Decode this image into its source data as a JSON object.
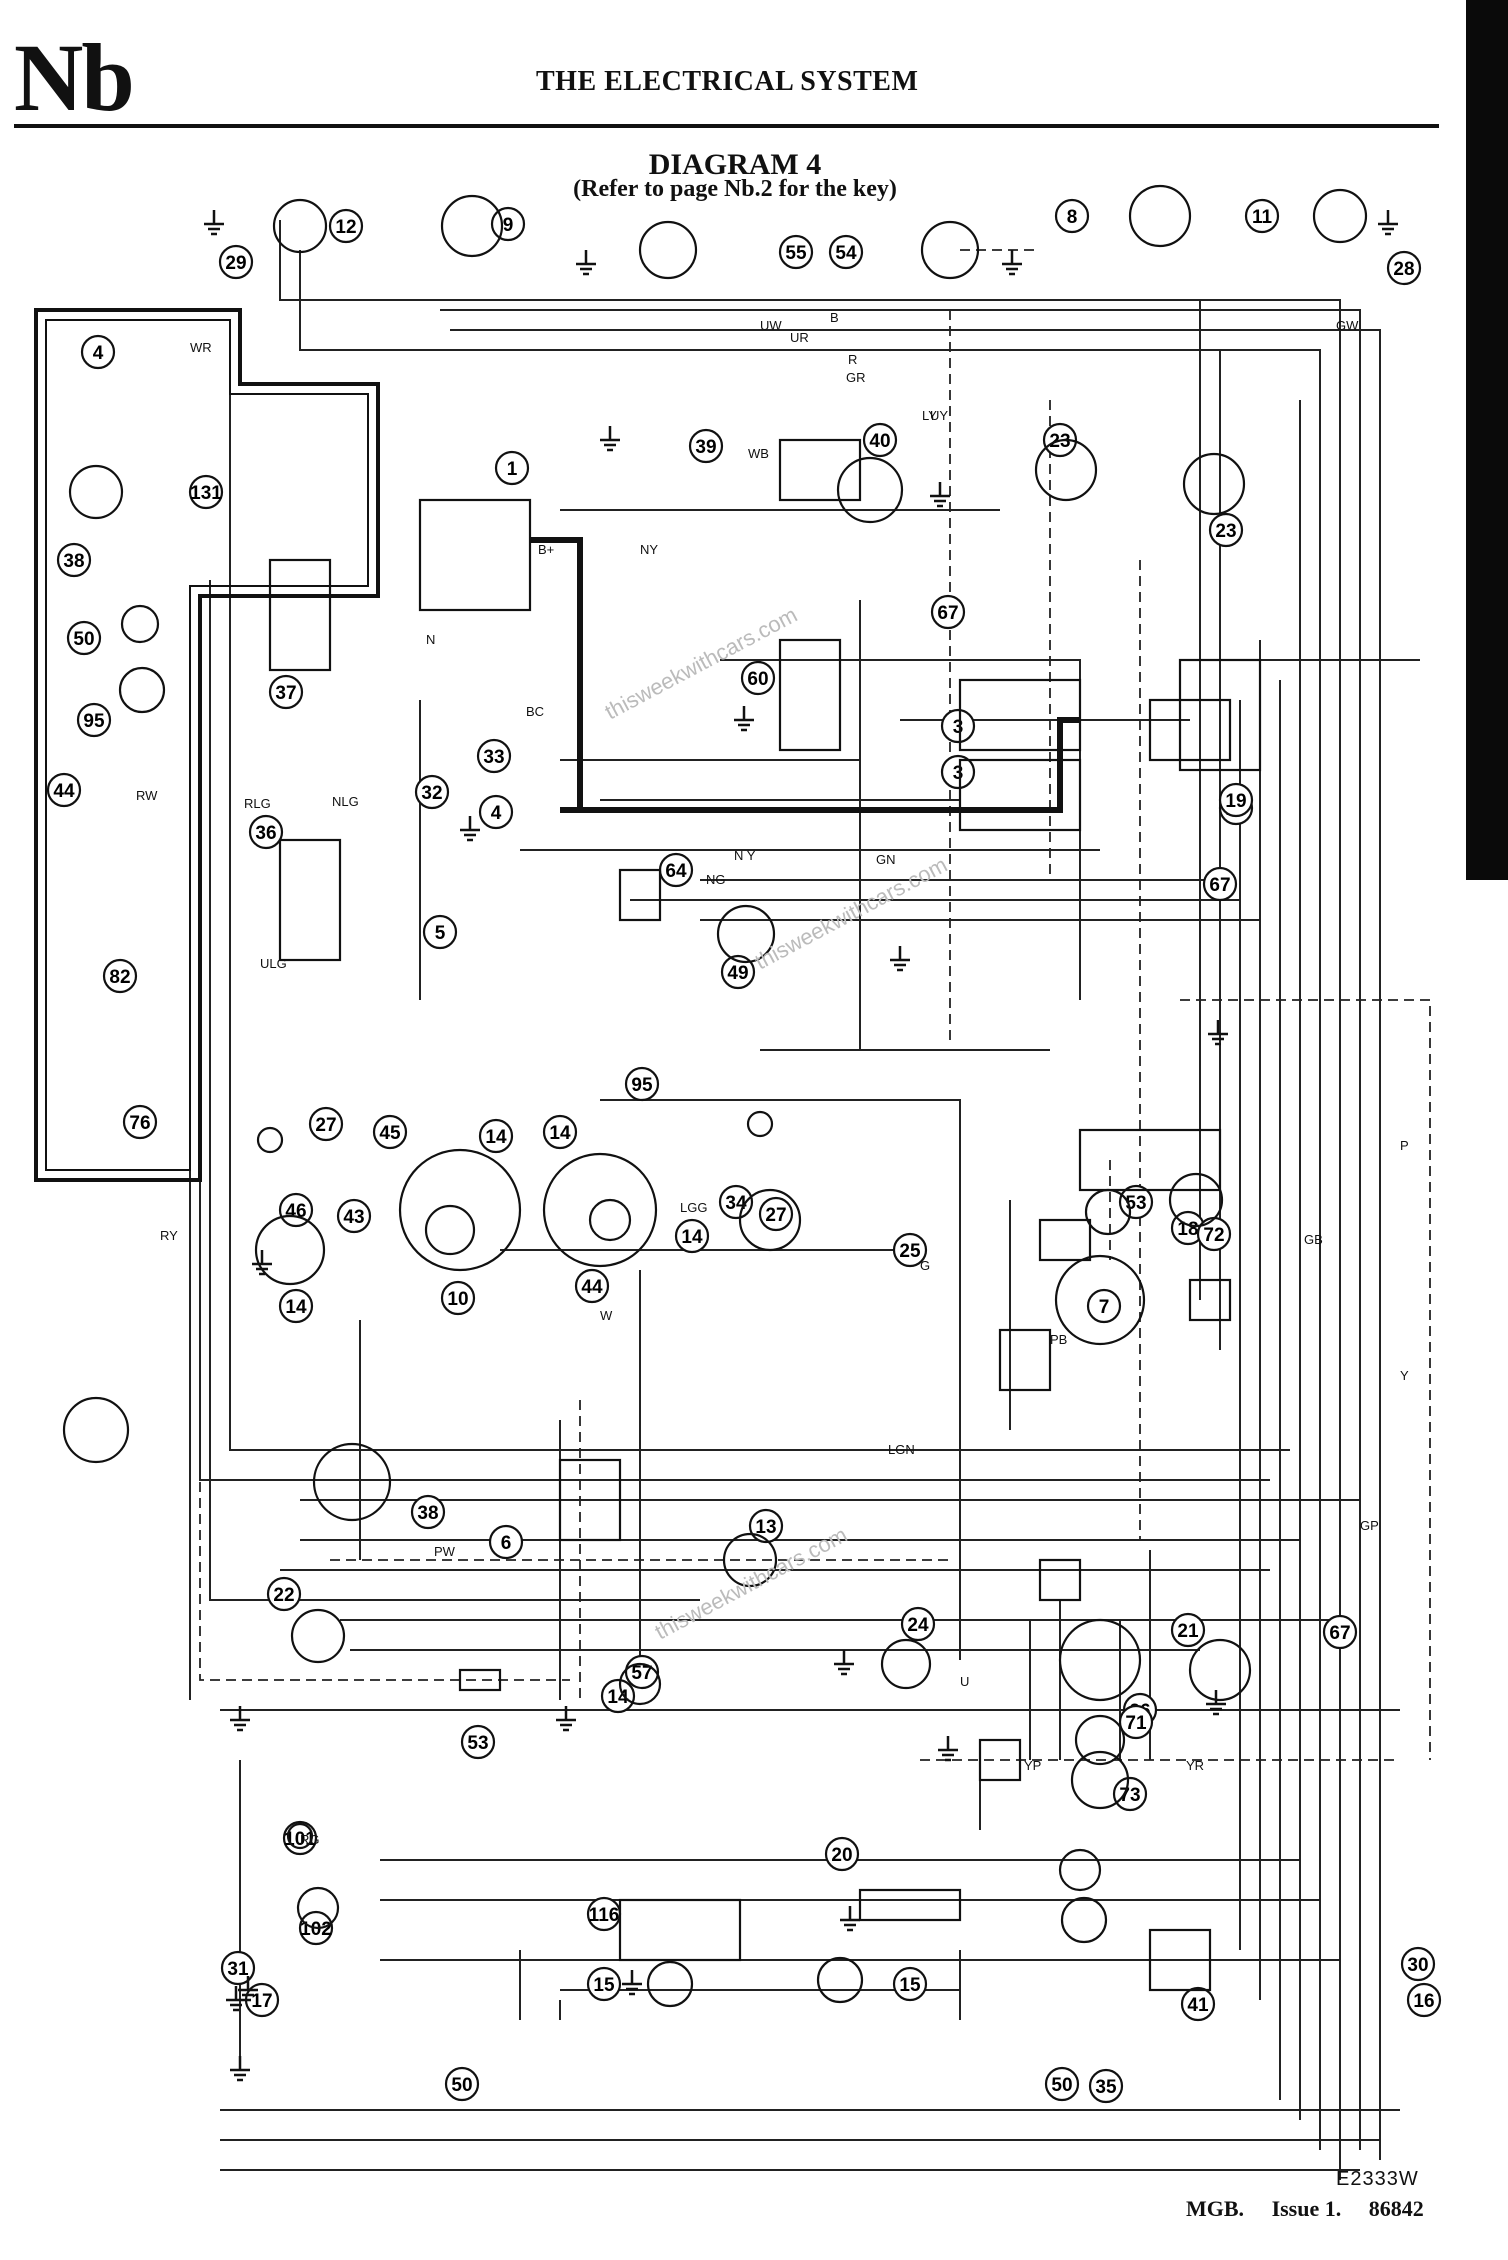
{
  "header": {
    "section_code": "Nb",
    "title": "THE ELECTRICAL SYSTEM"
  },
  "diagram": {
    "title": "DIAGRAM 4",
    "subtitle": "(Refer to page Nb.2 for the key)",
    "drawing_code": "E2333W",
    "component_numbers": [
      "1",
      "3",
      "3",
      "4",
      "4",
      "5",
      "6",
      "7",
      "8",
      "9",
      "10",
      "11",
      "12",
      "13",
      "14",
      "14",
      "14",
      "14",
      "14",
      "15",
      "15",
      "16",
      "17",
      "18",
      "19",
      "19",
      "20",
      "21",
      "22",
      "23",
      "23",
      "24",
      "25",
      "26",
      "27",
      "27",
      "28",
      "29",
      "30",
      "31",
      "32",
      "33",
      "34",
      "35",
      "36",
      "37",
      "38",
      "38",
      "39",
      "40",
      "41",
      "43",
      "44",
      "44",
      "45",
      "46",
      "49",
      "50",
      "50",
      "50",
      "53",
      "53",
      "54",
      "55",
      "57",
      "60",
      "64",
      "67",
      "67",
      "67",
      "71",
      "72",
      "73",
      "76",
      "82",
      "95",
      "95",
      "101",
      "102",
      "116",
      "131"
    ],
    "wire_codes": [
      "B",
      "R",
      "G",
      "N",
      "W",
      "U",
      "P",
      "Y",
      "GR",
      "GW",
      "GB",
      "GP",
      "UW",
      "UR",
      "WR",
      "RW",
      "NY",
      "RY",
      "PW",
      "PB",
      "LGN",
      "RG",
      "YP",
      "YR",
      "WB",
      "LY",
      "ULG",
      "RLG",
      "NLG",
      "LGG",
      "UY",
      "GN",
      "NG",
      "N Y",
      "B+",
      "BC"
    ],
    "watermark": "thisweekwithcars.com"
  },
  "footer": {
    "model": "MGB.",
    "issue": "Issue 1.",
    "part_number": "86842"
  }
}
